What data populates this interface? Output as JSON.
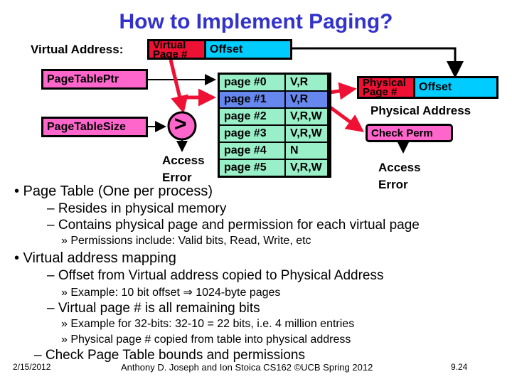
{
  "title": "How to Implement Paging?",
  "diagram": {
    "virtual_address_label": "Virtual Address:",
    "virtual_page": "Virtual Page #",
    "offset": "Offset",
    "page_table_ptr": "PageTablePtr",
    "page_table_size": "PageTableSize",
    "comparator": ">",
    "access_error": "Access Error",
    "table": [
      {
        "page": "page #0",
        "perm": "V,R"
      },
      {
        "page": "page #1",
        "perm": "V,R"
      },
      {
        "page": "page #2",
        "perm": "V,R,W"
      },
      {
        "page": "page #3",
        "perm": "V,R,W"
      },
      {
        "page": "page #4",
        "perm": "N"
      },
      {
        "page": "page #5",
        "perm": "V,R,W"
      }
    ],
    "physical_page": "Physical Page #",
    "physical_offset": "Offset",
    "physical_address_label": "Physical Address",
    "check_perm": "Check Perm",
    "access_error2": "Access Error"
  },
  "bullets": [
    "• Page Table (One per process)",
    "– Resides in physical memory",
    "– Contains physical page and permission for each virtual page",
    "» Permissions include: Valid bits, Read, Write, etc",
    "• Virtual address mapping",
    "– Offset from Virtual address copied to Physical Address",
    "» Example: 10 bit offset ⇒ 1024-byte pages",
    "– Virtual page # is all remaining bits",
    "» Example for 32-bits: 32-10 = 22 bits, i.e. 4 million entries",
    "» Physical page # copied from table into physical address",
    "– Check Page Table bounds and permissions"
  ],
  "footer": {
    "date": "2/15/2012",
    "center": "Anthony D. Joseph and Ion Stoica CS162 ©UCB Spring 2012",
    "page": "9.24"
  }
}
